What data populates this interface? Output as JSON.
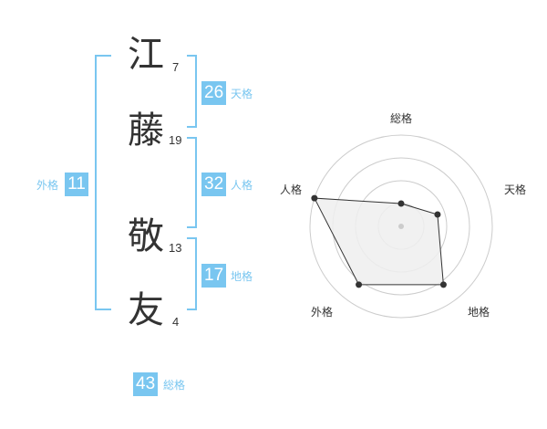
{
  "name": {
    "chars": [
      {
        "char": "江",
        "strokes": "7"
      },
      {
        "char": "藤",
        "strokes": "19"
      },
      {
        "char": "敬",
        "strokes": "13"
      },
      {
        "char": "友",
        "strokes": "4"
      }
    ]
  },
  "fortunes": {
    "tenkaku": {
      "value": "26",
      "label": "天格"
    },
    "jinkaku": {
      "value": "32",
      "label": "人格"
    },
    "chikaku": {
      "value": "17",
      "label": "地格"
    },
    "gaikaku": {
      "value": "11",
      "label": "外格"
    },
    "soukaku": {
      "value": "43",
      "label": "総格"
    }
  },
  "chart_data": {
    "type": "radar",
    "axes": [
      "総格",
      "天格",
      "地格",
      "外格",
      "人格"
    ],
    "rings": 4,
    "values": [
      0.25,
      0.42,
      0.79,
      0.79,
      1.0
    ],
    "colors": {
      "accent": "#79c6f0",
      "ring": "#cccccc",
      "polygon_fill": "#efefef",
      "polygon_stroke": "#333333",
      "point": "#333333"
    }
  }
}
